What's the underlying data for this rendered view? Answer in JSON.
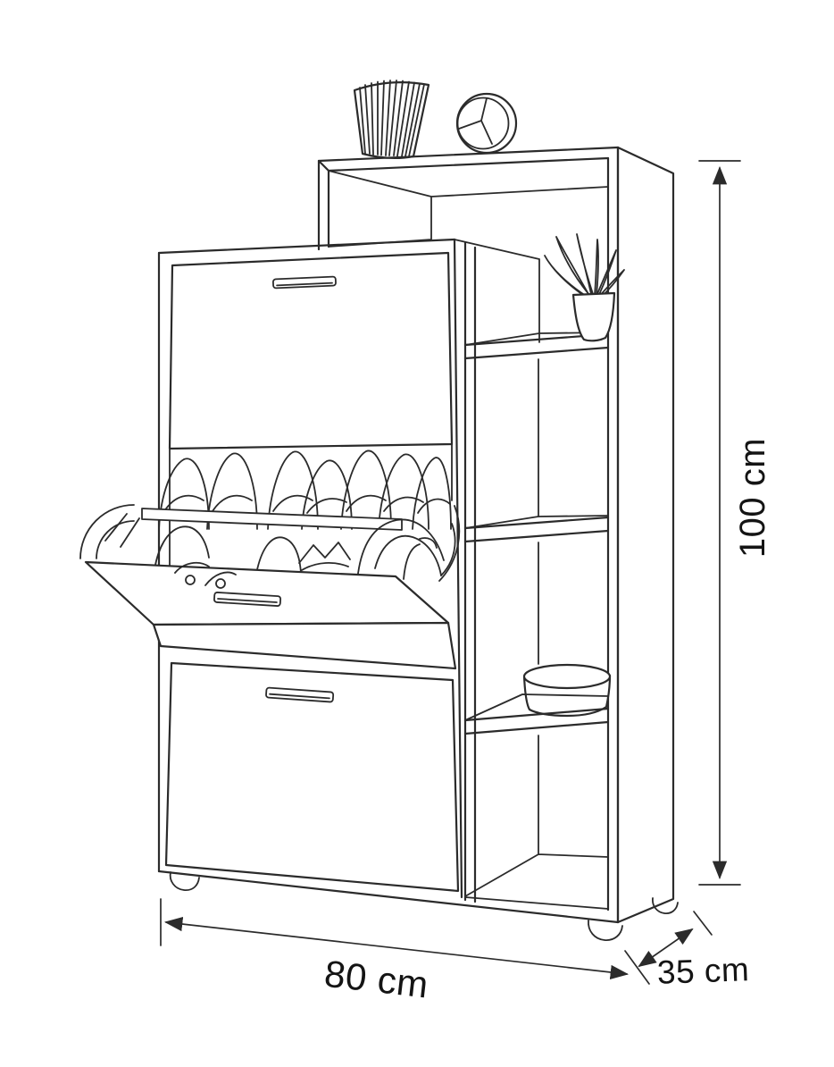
{
  "diagram": {
    "type": "furniture-dimension-line-drawing",
    "subject": "shoe storage cabinet with three flip-down drawers and open side shelving column",
    "background_color": "#ffffff",
    "line_color": "#2b2b2b",
    "text_color": "#141414",
    "labels": {
      "width": "80 cm",
      "depth": "35 cm",
      "height": "100 cm"
    },
    "decor_items": [
      "pleated-fan-vase",
      "table-clock",
      "potted-plant",
      "round-hat-box",
      "shoes-in-open-drawer"
    ]
  }
}
